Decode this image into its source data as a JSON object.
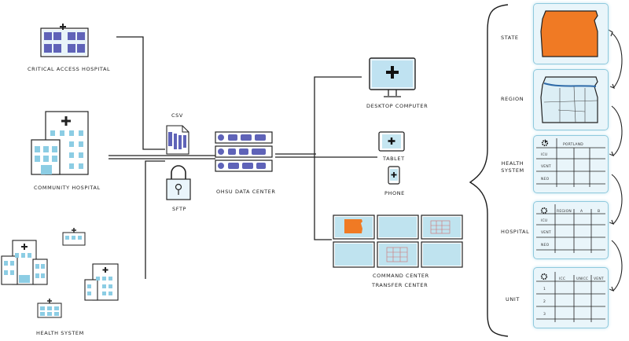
{
  "sources": {
    "critical_access_hospital": "CRITICAL ACCESS HOSPITAL",
    "community_hospital": "COMMUNITY HOSPITAL",
    "health_system": "HEALTH SYSTEM"
  },
  "transfer": {
    "csv": "CSV",
    "sftp": "SFTP"
  },
  "data_center": "OHSU DATA CENTER",
  "outputs": {
    "desktop": "DESKTOP COMPUTER",
    "tablet": "TABLET",
    "phone": "PHONE",
    "command_center": "COMMAND CENTER",
    "transfer_center": "TRANSFER CENTER"
  },
  "levels": {
    "state": "STATE",
    "region": "REGION",
    "health_system": "HEALTH SYSTEM",
    "hospital": "HOSPITAL",
    "unit": "UNIT"
  },
  "tables": {
    "health_system": {
      "header": "PORTLAND",
      "rows": [
        "ICU",
        "VENT",
        "NEO"
      ]
    },
    "hospital": {
      "headers": [
        "REGION",
        "A",
        "B"
      ],
      "rows": [
        "ICU",
        "VENT",
        "NEO"
      ]
    },
    "unit": {
      "headers": [
        "ICC",
        "UNICC",
        "VENT"
      ],
      "rows": [
        "1",
        "2",
        "3"
      ]
    }
  },
  "colors": {
    "accent_blue": "#5f63b8",
    "light_blue": "#8ccde4",
    "orange": "#f07a24",
    "ink": "#1b1b1b"
  }
}
